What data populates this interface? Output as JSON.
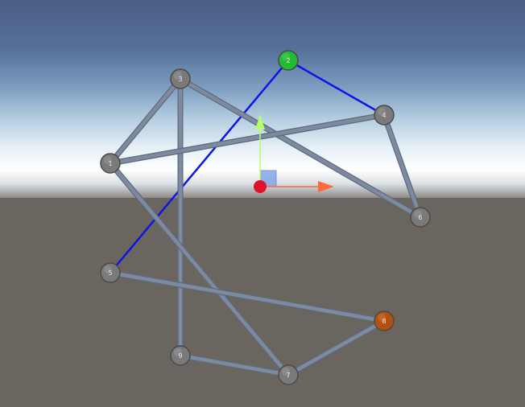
{
  "scene": {
    "graph": {
      "nodes": [
        {
          "id": "1"
        },
        {
          "id": "2",
          "state": "selected"
        },
        {
          "id": "3"
        },
        {
          "id": "4"
        },
        {
          "id": "5"
        },
        {
          "id": "6"
        },
        {
          "id": "7"
        },
        {
          "id": "8",
          "state": "target"
        },
        {
          "id": "9"
        }
      ],
      "edges": [
        {
          "from": "2",
          "to": "4",
          "highlighted": true
        },
        {
          "from": "2",
          "to": "5",
          "highlighted": true
        },
        {
          "from": "3",
          "to": "6"
        },
        {
          "from": "3",
          "to": "1"
        },
        {
          "from": "3",
          "to": "9"
        },
        {
          "from": "1",
          "to": "4"
        },
        {
          "from": "1",
          "to": "7"
        },
        {
          "from": "4",
          "to": "6"
        },
        {
          "from": "5",
          "to": "8"
        },
        {
          "from": "9",
          "to": "7"
        },
        {
          "from": "7",
          "to": "8"
        }
      ]
    },
    "colors": {
      "node_default": "#7a7a7a",
      "node_selected": "#22bb33",
      "node_target": "#b5500e",
      "edge_default": "#7d8aa0",
      "edge_highlighted": "#0b16e6",
      "gizmo_x_axis": "#ff6a3d",
      "gizmo_y_axis": "#b3ff66",
      "gizmo_center": "#e0112a",
      "gizmo_plane_handle": "#7ea2e6"
    },
    "gizmo": {
      "type": "move-tool"
    }
  }
}
